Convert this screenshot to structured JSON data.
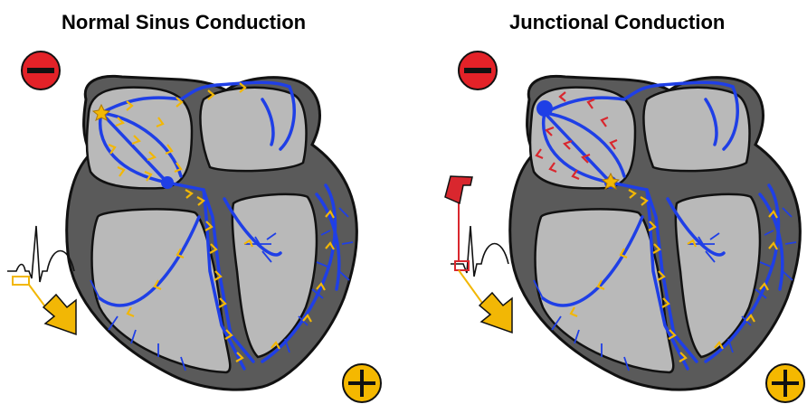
{
  "panels": [
    {
      "title": "Normal Sinus Conduction",
      "rhythm": "normal-sinus"
    },
    {
      "title": "Junctional Conduction",
      "rhythm": "junctional"
    }
  ],
  "electrodes": {
    "negative_symbol": "minus",
    "positive_symbol": "plus"
  },
  "colors": {
    "heart_outer": "#5a5a5a",
    "heart_chamber": "#b9b9b9",
    "conduction_path": "#1f3fe6",
    "forward_impulse": "#f2b705",
    "retrograde_impulse": "#d9272e",
    "negative_electrode": "#e32228",
    "positive_electrode": "#f5b800",
    "outline": "#111111"
  },
  "icons": [
    "minus-electrode-icon",
    "plus-electrode-icon",
    "ecg-waveform-icon",
    "down-arrow-icon",
    "up-arrow-icon"
  ]
}
